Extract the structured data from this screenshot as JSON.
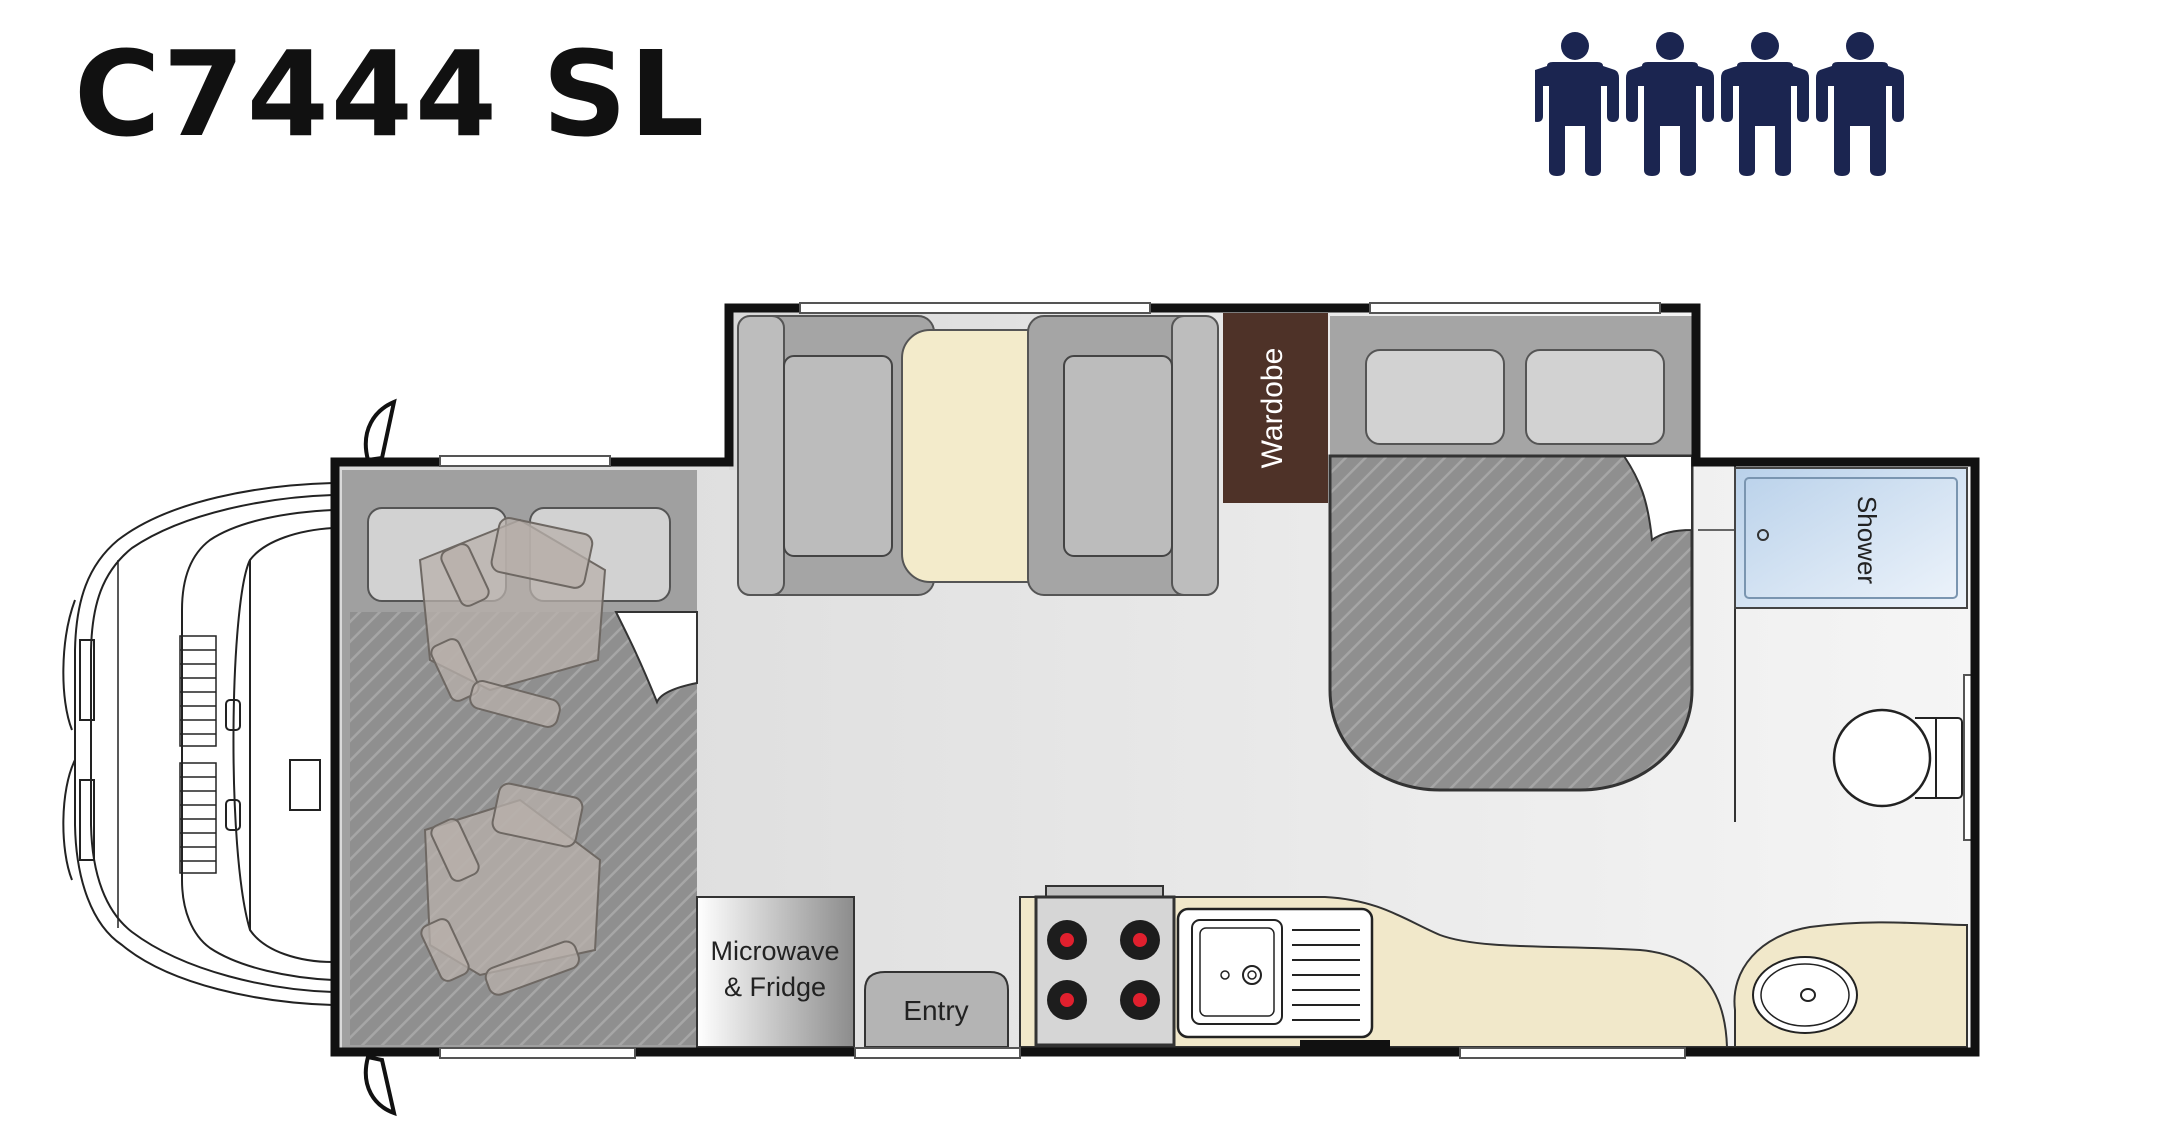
{
  "model": {
    "name": "C7444 SL"
  },
  "sleeps": {
    "count": 4,
    "icon": "person-icon",
    "color": "#1b2550"
  },
  "labels": {
    "wardrobe": "Wardobe",
    "shower": "Shower",
    "microwave_line1": "Microwave",
    "microwave_line2": "& Fridge",
    "entry": "Entry"
  },
  "colors": {
    "wall": "#111111",
    "floor": "#e4e4e4",
    "seat": "#a5a5a5",
    "cushion": "#d2d2d2",
    "bed": "#8f8f8f",
    "table": "#f3ebcb",
    "bench": "#f1e8ca",
    "wardrobe": "#4e3228",
    "shower": "#d4e4f3",
    "burner": "#e0202e"
  }
}
